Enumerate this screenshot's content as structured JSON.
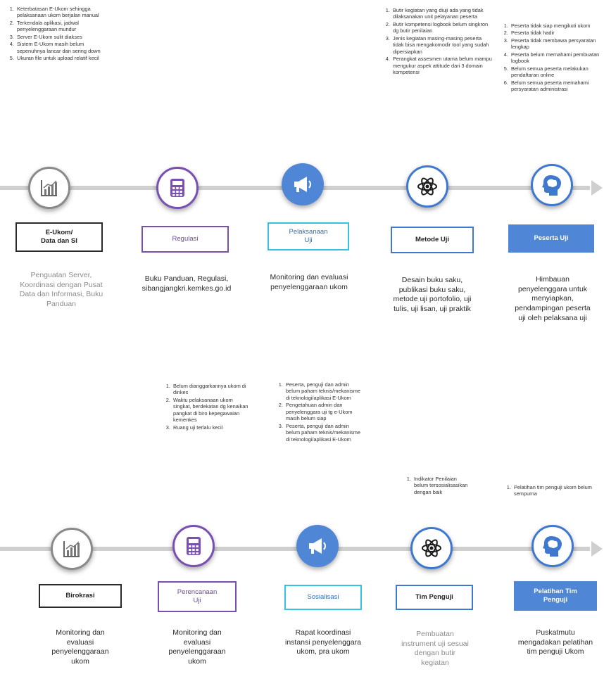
{
  "rows": [
    {
      "columns": [
        {
          "id": "eukom",
          "icon": "chart-icon",
          "label": "E-Ukom/\nData dan SI",
          "solution": "Penguatan Server, Koordinasi dengan Pusat Data dan Informasi, Buku Panduan",
          "problems": [
            "Keterbatasan E-Ukom sehingga pelaksanaan ukom berjalan manual",
            "Terkendala aplikasi, jadwal penyelenggaraan mundur",
            "Server E-Ukom sulit diakses",
            "Sistem E-Ukom masih belum sepenuhnya lancar dan sering down",
            "Ukuran file untuk upload relatif kecil"
          ]
        },
        {
          "id": "regulasi",
          "icon": "calculator-icon",
          "label": "Regulasi",
          "solution": "Buku Panduan, Regulasi, sibangjangkri.kemkes.go.id",
          "problems": []
        },
        {
          "id": "pelaksanaan-uji",
          "icon": "megaphone-icon",
          "label": "Pelaksanaan\nUji",
          "solution": "Monitoring dan evaluasi penyelenggaraan ukom",
          "problems": []
        },
        {
          "id": "metode-uji",
          "icon": "atom-icon",
          "label": "Metode Uji",
          "solution": "Desain buku saku, publikasi buku saku, metode uji portofolio, uji tulis, uji lisan, uji praktik",
          "problems": [
            "Butir kegiatan yang diuji ada yang tidak dilaksanakan unit pelayanan peserta",
            "Butir kompetensi logbook belum singkron dg butir penilaian",
            "Jenis kegiatan masing-masing peserta tidak bisa mengakomodir tool yang sudah dipersiapkan",
            "Perangkat assesmen utama belum mampu mengukur aspek attitude dari 3 domain kompetensi"
          ]
        },
        {
          "id": "peserta-uji",
          "icon": "brain-head-icon",
          "label": "Peserta Uji",
          "solution": "Himbauan penyelenggara untuk menyiapkan, pendampingan peserta uji oleh pelaksana uji",
          "problems": [
            "Peserta tidak siap mengikuti ukom",
            "Peserta tidak hadir",
            "Peserta tidak membawa persyaratan lengkap",
            "Peserta belum memahami pembuatan logbook",
            "Belum semua peserta melakukan pendaftaran online",
            "Belum semua peserta memahami persyaratan administrasi"
          ]
        }
      ]
    },
    {
      "columns": [
        {
          "id": "birokrasi",
          "icon": "chart-icon",
          "label": "Birokrasi",
          "solution": "Monitoring dan evaluasi penyelenggaraan ukom",
          "problems": []
        },
        {
          "id": "perencanaan-uji",
          "icon": "calculator-icon",
          "label": "Perencanaan\nUji",
          "solution": "Monitoring dan evaluasi penyelenggaraan ukom",
          "problems": [
            "Belum dianggarkannya ukom di dinkes",
            "Waktu pelaksanaan ukom singkat, berdekatan dg kenaikan pangkat di biro kepegawaian kemenkes",
            "Ruang uji terlalu kecil"
          ]
        },
        {
          "id": "sosialisasi",
          "icon": "megaphone-icon",
          "label": "Sosialisasi",
          "solution": "Rapat koordinasi instansi penyelenggara ukom, pra ukom",
          "problems": [
            "Peserta, penguji dan admin belum paham teknis/mekanisme di teknologi/aplikasi E-Ukom",
            "Pengetahuan admin dan penyelenggara uji tg e-Ukom masih belum siap",
            "Peserta, penguji dan admin belum paham teknis/mekanisme di teknologi/aplikasi E-Ukom"
          ]
        },
        {
          "id": "tim-penguji",
          "icon": "atom-icon",
          "label": "Tim Penguji",
          "solution": "Pembuatan instrument uji sesuai dengan butir kegiatan",
          "problems": [
            "Indikator Penilaian belum tersosialisasikan dengan baik"
          ]
        },
        {
          "id": "pelatihan-tim-penguji",
          "icon": "brain-head-icon",
          "label": "Pelatihan Tim\nPenguji",
          "solution": "Puskatmutu mengadakan pelatihan tim penguji Ukom",
          "problems": [
            "Pelatihan tim penguji ukom belum sempurna"
          ]
        }
      ]
    }
  ],
  "colors": {
    "line": "#cfcfcf",
    "gray": "#8a8a8a",
    "purple": "#7a4fb2",
    "blue": "#4f86d6",
    "cyan": "#35c1e0",
    "black": "#2a2a2a"
  }
}
